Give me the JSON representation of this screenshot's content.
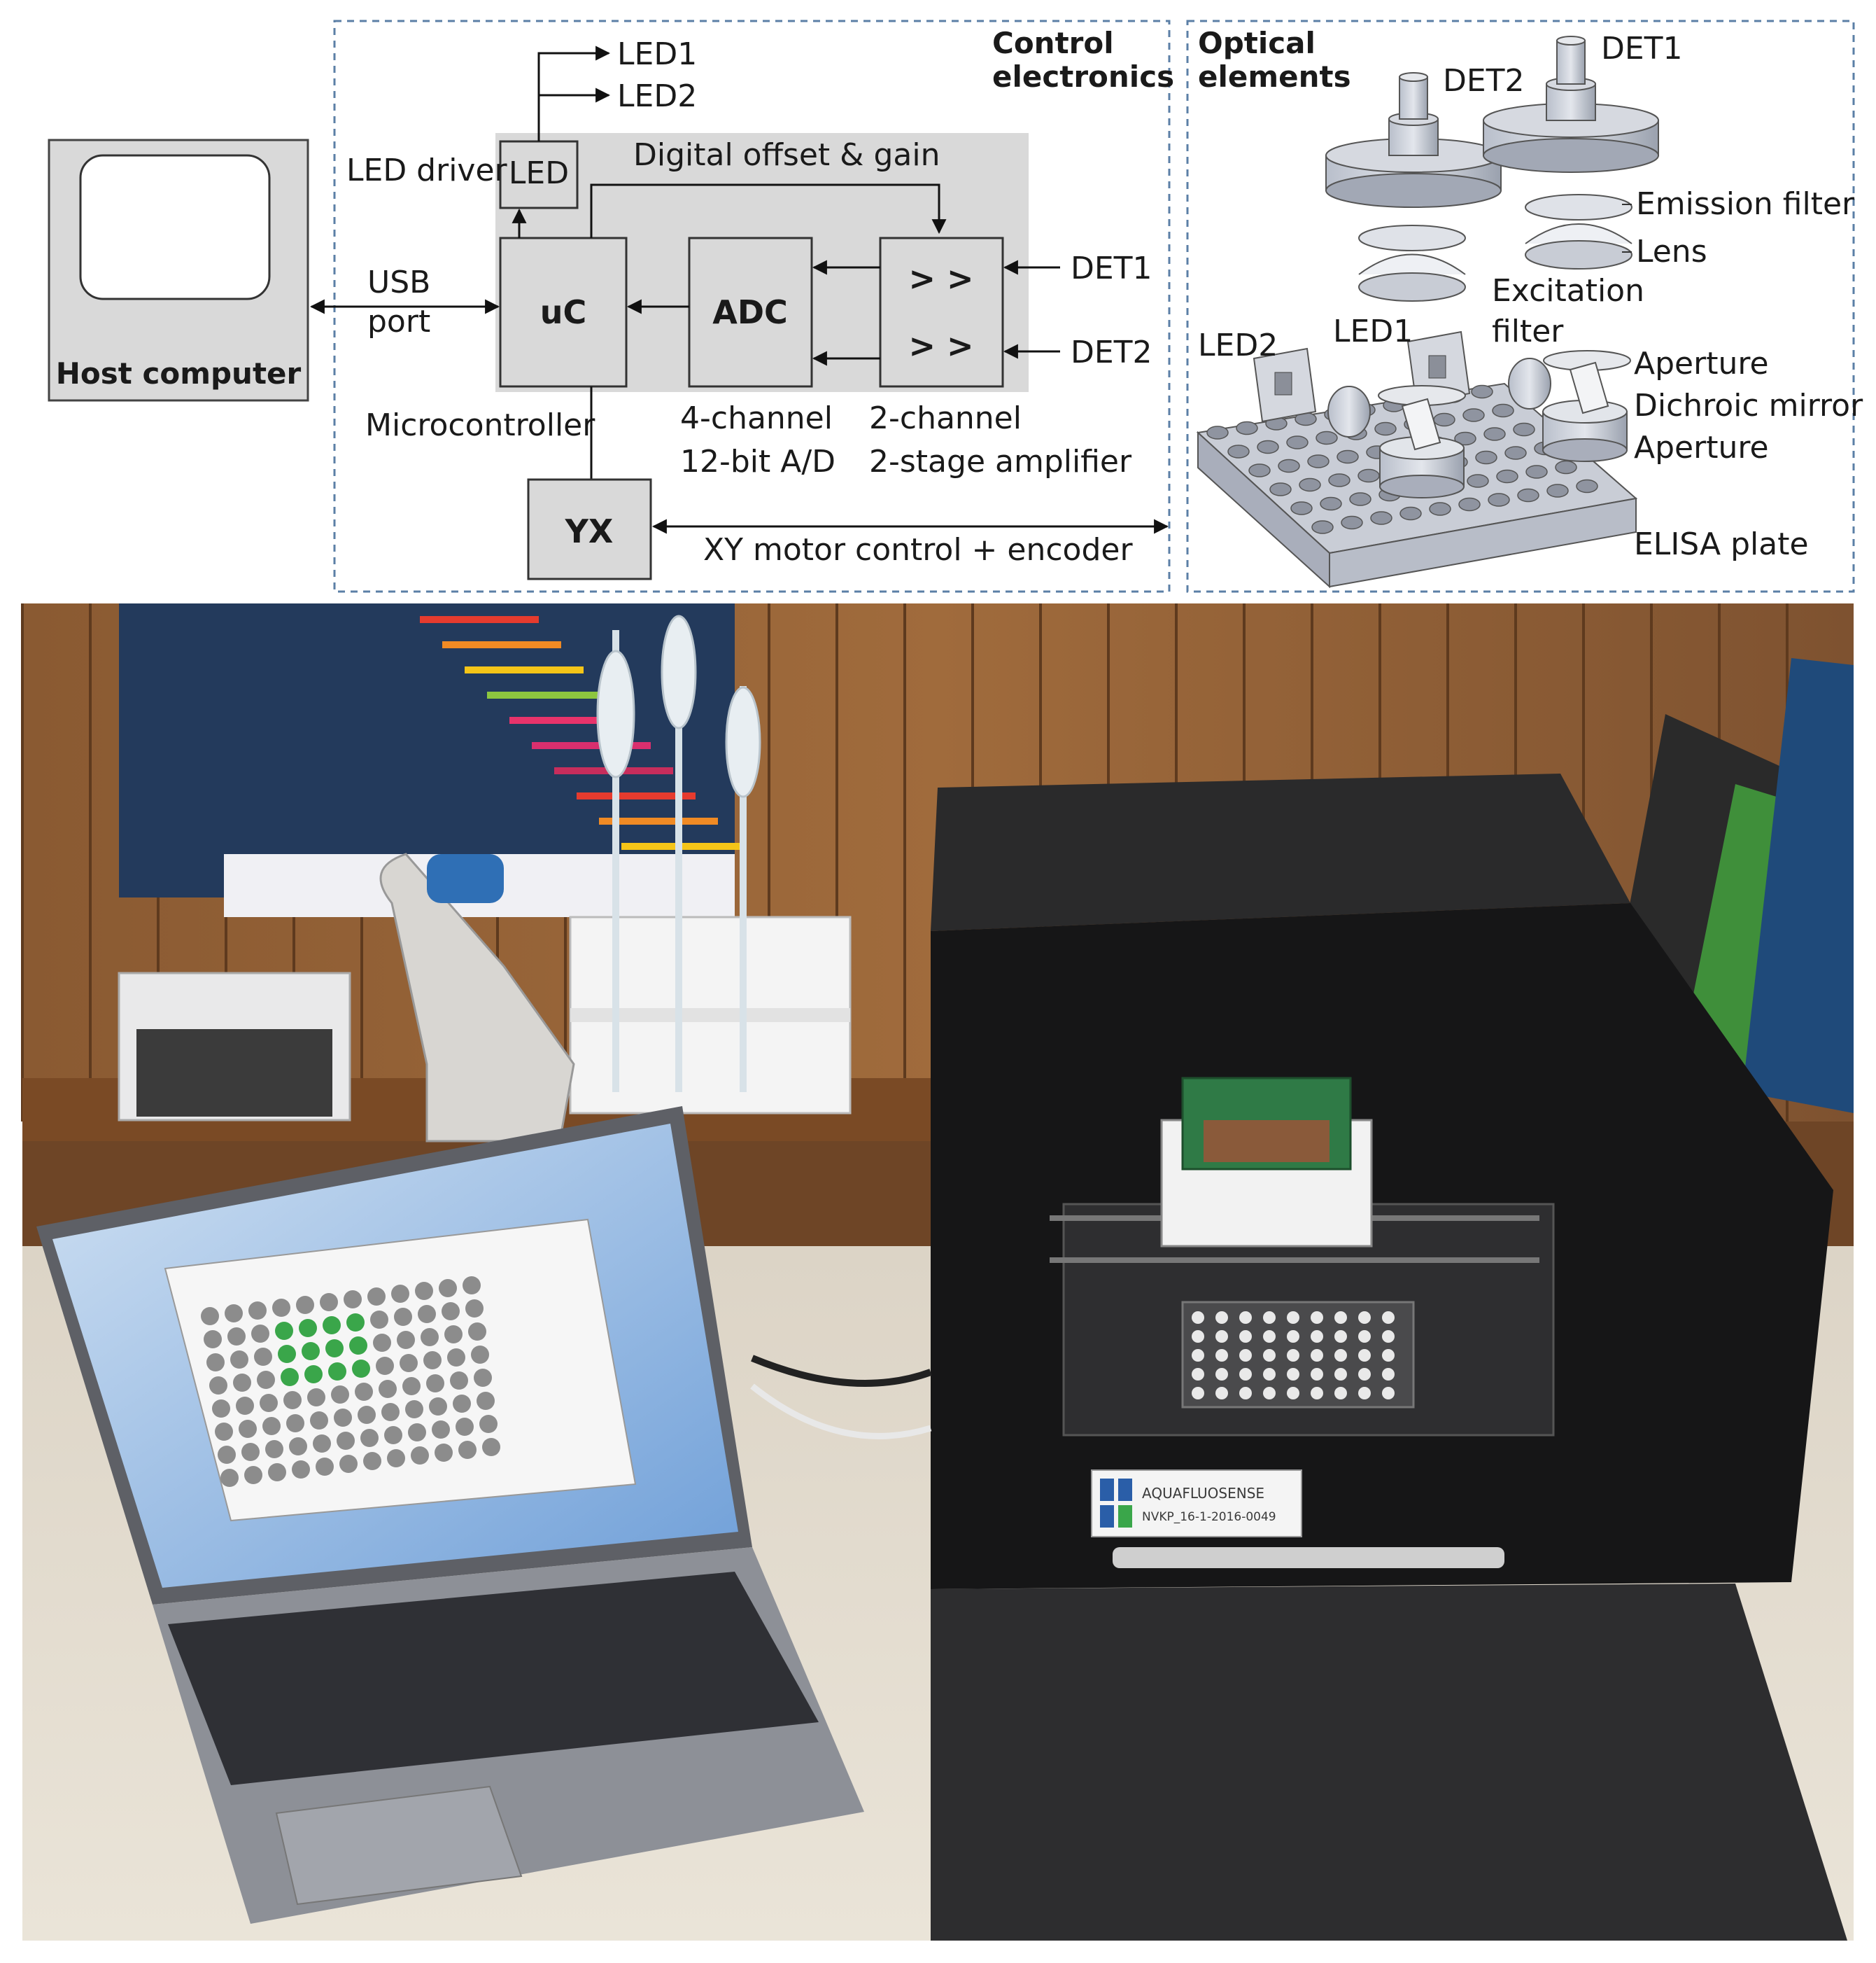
{
  "panels": {
    "control_title_line1": "Control",
    "control_title_line2": "electronics",
    "optical_title_line1": "Optical",
    "optical_title_line2": "elements"
  },
  "host": {
    "label": "Host computer",
    "usb_line1": "USB",
    "usb_line2": "port"
  },
  "electronics": {
    "led_out1": "LED1",
    "led_out2": "LED2",
    "led_driver_label": "LED driver",
    "led_block": "LED",
    "digital_offset": "Digital offset & gain",
    "uc_block": "uC",
    "adc_block": "ADC",
    "amp_symbol_top": "> >",
    "amp_symbol_bottom": "> >",
    "det1_input": "DET1",
    "det2_input": "DET2",
    "microcontroller_label": "Microcontroller",
    "adc_desc_line1": "4-channel",
    "adc_desc_line2": "12-bit A/D",
    "amp_desc_line1": "2-channel",
    "amp_desc_line2": "2-stage amplifier",
    "yx_block": "YX",
    "motor_label": "XY motor control + encoder"
  },
  "optics": {
    "det2": "DET2",
    "det1": "DET1",
    "emission_filter": "Emission filter",
    "lens": "Lens",
    "excitation_line1": "Excitation",
    "excitation_line2": "filter",
    "led2": "LED2",
    "led1": "LED1",
    "aperture_top": "Aperture",
    "dichroic_mirror": "Dichroic mirror",
    "aperture_bottom": "Aperture",
    "elisa_plate": "ELISA plate"
  },
  "photo": {
    "device_label_line1": "AQUAFLUOSENSE",
    "device_label_line2": "NVKP_16-1-2016-0049"
  },
  "colors": {
    "block_fill": "#d9d9d9",
    "panel_background": "#d9d9d9",
    "dashed_border": "#5b7fa6",
    "well_green": "#3aa64a",
    "well_gray": "#8c8c8c"
  }
}
